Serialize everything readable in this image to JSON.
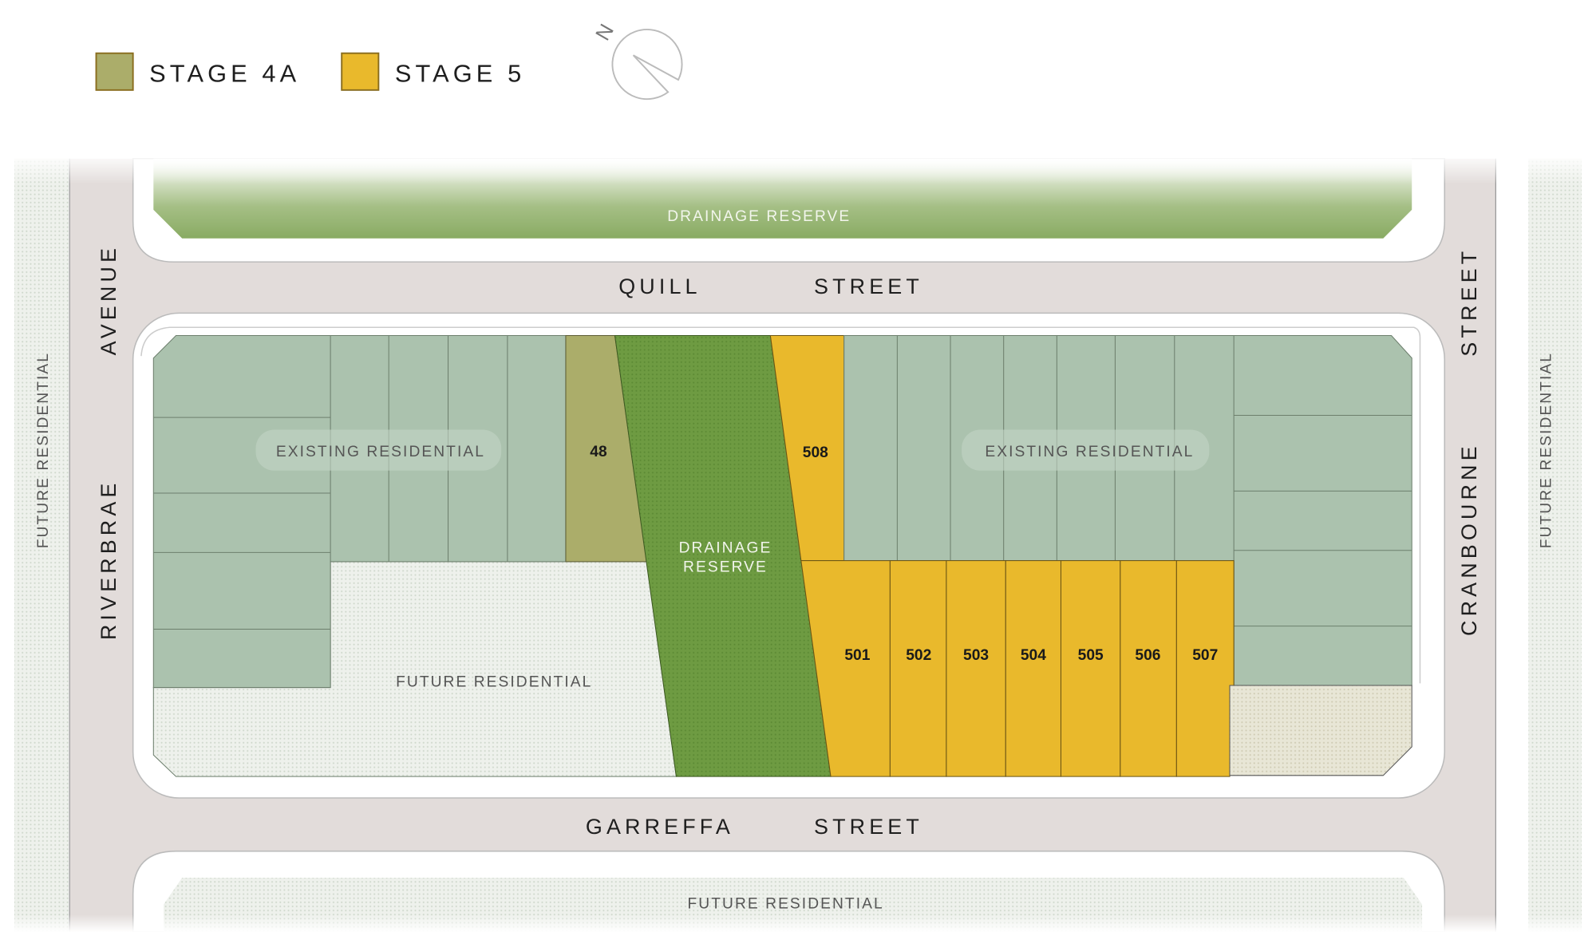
{
  "legend": [
    {
      "label": "STAGE 4A",
      "color": "#abad6a"
    },
    {
      "label": "STAGE 5",
      "color": "#e9b92c"
    }
  ],
  "compass": {
    "label": "N"
  },
  "streets": {
    "top_1": "QUILL",
    "top_2": "STREET",
    "bottom_1": "GARREFFA",
    "bottom_2": "STREET",
    "left_1": "RIVERBRAE",
    "left_2": "AVENUE",
    "right_1": "CRANBOURNE",
    "right_2": "STREET"
  },
  "areas": {
    "drainage_top": "DRAINAGE RESERVE",
    "drainage_mid_1": "DRAINAGE",
    "drainage_mid_2": "RESERVE",
    "existing_left": "EXISTING  RESIDENTIAL",
    "existing_right": "EXISTING  RESIDENTIAL",
    "future_mid": "FUTURE  RESIDENTIAL",
    "future_bottom": "FUTURE  RESIDENTIAL",
    "future_left": "FUTURE  RESIDENTIAL",
    "future_right": "FUTURE  RESIDENTIAL"
  },
  "lots": {
    "stage_4a": [
      "48"
    ],
    "stage_5": [
      "508",
      "501",
      "502",
      "503",
      "504",
      "505",
      "506",
      "507"
    ]
  },
  "colors": {
    "road": "#e2dcda",
    "existing": "#abc2ae",
    "drainage": "#6e9b42",
    "future": "#e9eee6",
    "stage_4a": "#abad6a",
    "stage_5": "#e9b92c"
  }
}
